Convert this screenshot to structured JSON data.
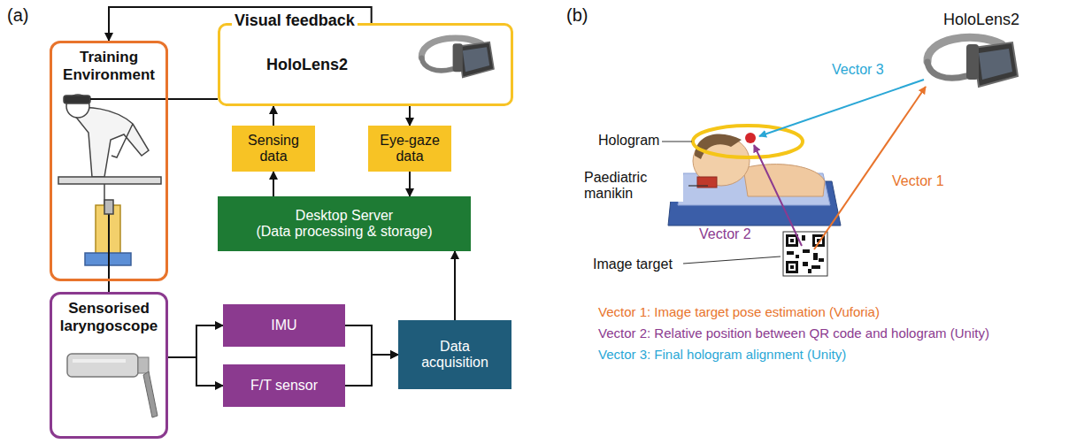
{
  "diagram": {
    "nodes": [
      {
        "text": [
          "Training Environment"
        ]
      },
      {
        "text": [
          "HoloLens2"
        ]
      },
      {
        "text": [
          "Sensing data"
        ]
      },
      {
        "text": [
          "Eye-gaze data"
        ]
      },
      {
        "text": [
          "Desktop Server",
          "(Data processing & storage)"
        ]
      },
      {
        "text": [
          "Sensorised laryngoscope"
        ]
      },
      {
        "text": [
          "IMU"
        ]
      },
      {
        "text": [
          "F/T sensor"
        ]
      },
      {
        "text": [
          "Data acquisition"
        ]
      }
    ],
    "edges": [
      {
        "from": 1,
        "to": 0,
        "arrow": "to",
        "label": "Visual feedback"
      },
      {
        "from": 0,
        "to": 1,
        "arrow": "none"
      },
      {
        "from": 2,
        "to": 1,
        "arrow": "to"
      },
      {
        "from": 1,
        "to": 3,
        "arrow": "to"
      },
      {
        "from": 4,
        "to": 2,
        "arrow": "to"
      },
      {
        "from": 3,
        "to": 4,
        "arrow": "to"
      },
      {
        "from": 8,
        "to": 4,
        "arrow": "to"
      },
      {
        "from": 0,
        "to": 5,
        "arrow": "none"
      },
      {
        "from": 5,
        "to": 6,
        "arrow": "to"
      },
      {
        "from": 5,
        "to": 7,
        "arrow": "to"
      },
      {
        "from": 6,
        "to": 8,
        "arrow": "to"
      },
      {
        "from": 7,
        "to": 8,
        "arrow": "to"
      }
    ],
    "labels": [
      "(a)",
      "(b)",
      "HoloLens2",
      "Hologram",
      "Paediatric manikin",
      "Image target",
      "Vector 3",
      "Vector 2",
      "Vector 1",
      "Vector 1: Image target pose estimation (Vuforia)",
      "Vector 2: Relative position between QR code and hologram (Unity)",
      "Vector 3: Final hologram alignment (Unity)"
    ]
  }
}
